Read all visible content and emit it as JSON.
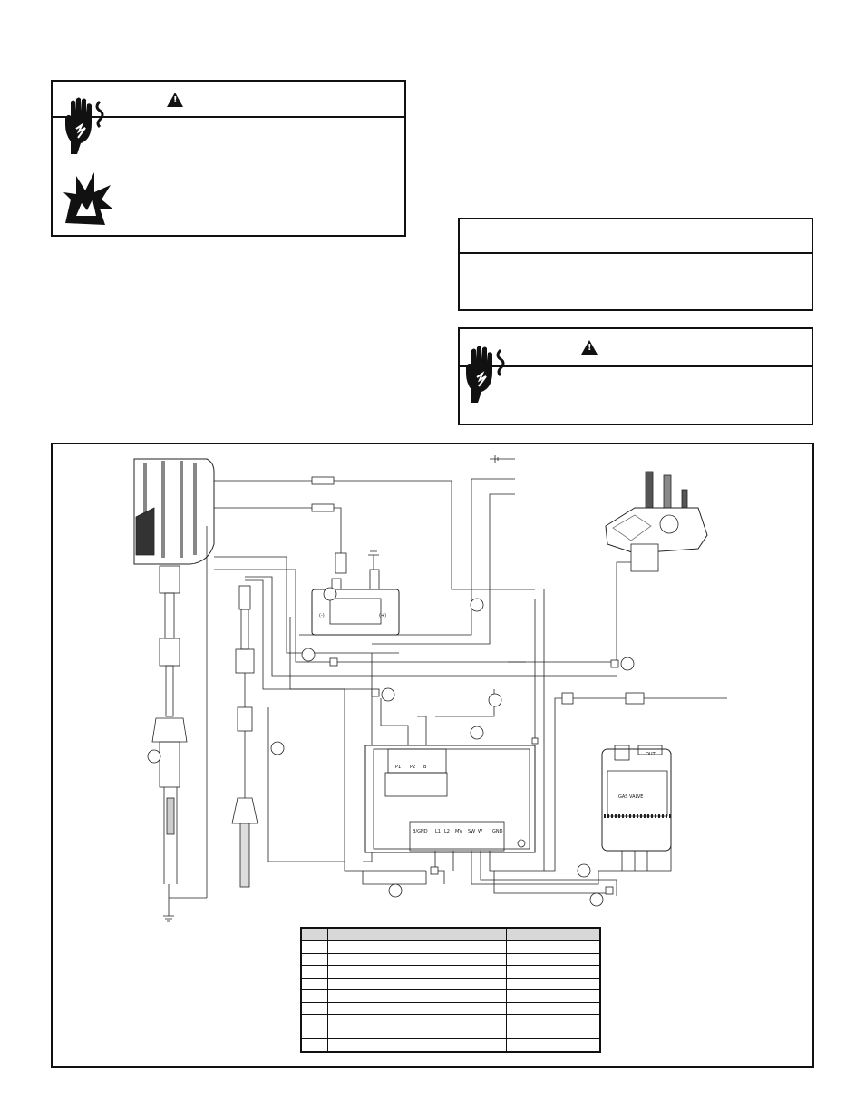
{
  "warning_box_1": {
    "icons": [
      "hand-shock-icon",
      "explosion-icon",
      "warning-triangle-icon"
    ]
  },
  "note_box": {},
  "warning_box_2": {
    "icons": [
      "hand-shock-icon",
      "warning-triangle-icon"
    ]
  },
  "diagram": {
    "components": [
      "igniter-probe",
      "junction-box",
      "module-3-pin",
      "control-board",
      "gas-valve",
      "pilot-assembly",
      "thermocouple-rod",
      "ground-terminal"
    ],
    "module_labels": {
      "minus": "(-)",
      "plus": "(+)"
    },
    "board_terminals": [
      "P1",
      "P2",
      "B",
      "B/GND",
      "L1",
      "L2",
      "MV",
      "W",
      "SW",
      "GND"
    ],
    "valve_labels": {
      "out": "OUT",
      "name": "GAS VALVE"
    }
  },
  "parts_table": {
    "rows": 9
  }
}
